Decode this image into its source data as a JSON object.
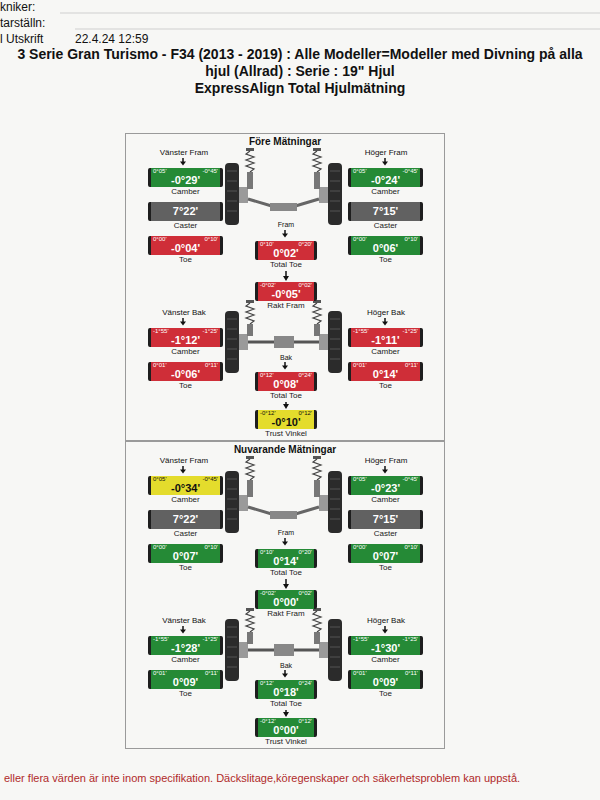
{
  "diagram": {
    "title": "3 Serie Gran Turismo - F34 (2013 - 2019) : Alle Modeller=Modeller med Divning på alla hjul (Allrad) : Serie : 19\" Hjul",
    "caption": "eller flera värden är inte inom specifikation. Däckslitage,köregenskaper och säkerhetsproblem kan uppstå.",
    "nodes": [
      {
        "text": [
          "Före Mätningar"
        ]
      },
      {
        "text": [
          "0°05'",
          "-0°29'",
          "-0°45'",
          "Camber"
        ],
        "in": 0
      },
      {
        "text": [
          "7°22'",
          "Caster"
        ],
        "in": 0
      },
      {
        "text": [
          "0°00'",
          "-0°04'",
          "0°10'",
          "Toe"
        ],
        "in": 0
      },
      {
        "text": [
          "0°05'",
          "-0°24'",
          "-0°45'",
          "Camber"
        ],
        "in": 0
      },
      {
        "text": [
          "7°15'",
          "Caster"
        ],
        "in": 0
      },
      {
        "text": [
          "0°00'",
          "0°06'",
          "0°10'",
          "Toe"
        ],
        "in": 0
      },
      {
        "text": [
          "0°10'",
          "0°02'",
          "0°20'",
          "Total Toe"
        ],
        "in": 0
      },
      {
        "text": [
          "-0°02'",
          "-0°05'",
          "0°02'",
          "Rakt Fram"
        ],
        "in": 0
      },
      {
        "text": [
          "-1°55'",
          "-1°12'",
          "-1°25'",
          "Camber"
        ],
        "in": 0
      },
      {
        "text": [
          "0°01'",
          "-0°06'",
          "0°11'",
          "Toe"
        ],
        "in": 0
      },
      {
        "text": [
          "-1°55'",
          "-1°11'",
          "-1°25'",
          "Camber"
        ],
        "in": 0
      },
      {
        "text": [
          "0°01'",
          "0°14'",
          "0°11'",
          "Toe"
        ],
        "in": 0
      },
      {
        "text": [
          "0°12'",
          "0°08'",
          "0°24'",
          "Total Toe"
        ],
        "in": 0
      },
      {
        "text": [
          "-0°12'",
          "-0°10'",
          "0°12'",
          "Trust Vinkel"
        ],
        "in": 0
      },
      {
        "text": [
          "Nuvarande Mätningar"
        ]
      },
      {
        "text": [
          "0°05'",
          "-0°34'",
          "-0°45'",
          "Camber"
        ],
        "in": 15
      },
      {
        "text": [
          "7°22'",
          "Caster"
        ],
        "in": 15
      },
      {
        "text": [
          "0°00'",
          "0°07'",
          "0°10'",
          "Toe"
        ],
        "in": 15
      },
      {
        "text": [
          "0°05'",
          "-0°23'",
          "-0°45'",
          "Camber"
        ],
        "in": 15
      },
      {
        "text": [
          "7°15'",
          "Caster"
        ],
        "in": 15
      },
      {
        "text": [
          "0°00'",
          "0°07'",
          "0°10'",
          "Toe"
        ],
        "in": 15
      },
      {
        "text": [
          "0°10'",
          "0°14'",
          "0°20'",
          "Total Toe"
        ],
        "in": 15
      },
      {
        "text": [
          "-0°02'",
          "0°00'",
          "0°02'",
          "Rakt Fram"
        ],
        "in": 15
      },
      {
        "text": [
          "-1°55'",
          "-1°28'",
          "-1°25'",
          "Camber"
        ],
        "in": 15
      },
      {
        "text": [
          "0°01'",
          "0°09'",
          "0°11'",
          "Toe"
        ],
        "in": 15
      },
      {
        "text": [
          "-1°55'",
          "-1°30'",
          "-1°25'",
          "Camber"
        ],
        "in": 15
      },
      {
        "text": [
          "0°01'",
          "0°09'",
          "0°11'",
          "Toe"
        ],
        "in": 15
      },
      {
        "text": [
          "0°12'",
          "0°18'",
          "0°24'",
          "Total Toe"
        ],
        "in": 15
      },
      {
        "text": [
          "-0°12'",
          "0°00'",
          "0°12'",
          "Trust Vinkel"
        ],
        "in": 15
      }
    ],
    "edges": [
      {
        "from": 7,
        "to": 8,
        "arrow": "to"
      },
      {
        "from": 13,
        "to": 14,
        "arrow": "to"
      },
      {
        "from": 22,
        "to": 23,
        "arrow": "to"
      },
      {
        "from": 28,
        "to": 29,
        "arrow": "to"
      }
    ],
    "labels": [
      "kniker:",
      "tarställn:",
      "l Utskrift",
      "22.4.24 12:59",
      "ExpressAlign Total Hjulmätning",
      "Vänster Fram",
      "Höger Fram",
      "Fram",
      "Vänster Bak",
      "Höger Bak",
      "Bak",
      "Vänster Fram",
      "Höger Fram",
      "Fram",
      "Vänster Bak",
      "Höger Bak",
      "Bak"
    ]
  }
}
